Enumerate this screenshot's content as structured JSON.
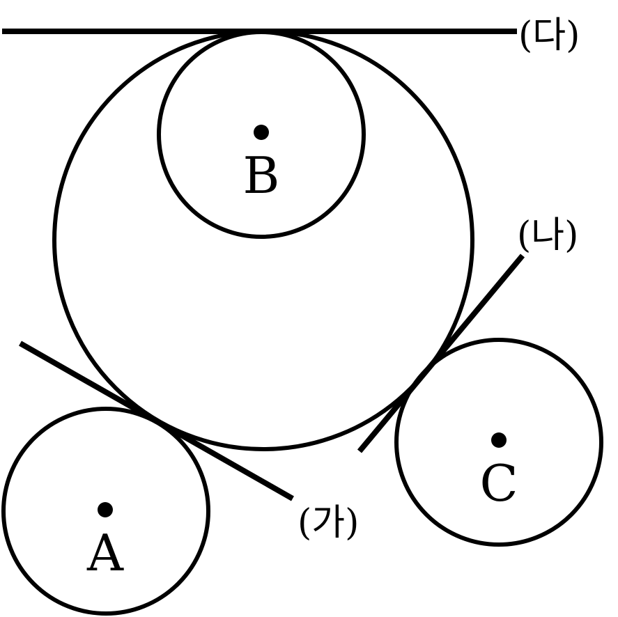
{
  "diagram": {
    "circles": {
      "big": {
        "label": ""
      },
      "a": {
        "label": "A"
      },
      "b": {
        "label": "B"
      },
      "c": {
        "label": "C"
      }
    },
    "lines": {
      "ga": {
        "label": "(가)"
      },
      "na": {
        "label": "(나)"
      },
      "da": {
        "label": "(다)"
      }
    },
    "colors": {
      "stroke": "#000000",
      "background": "#ffffff"
    }
  }
}
